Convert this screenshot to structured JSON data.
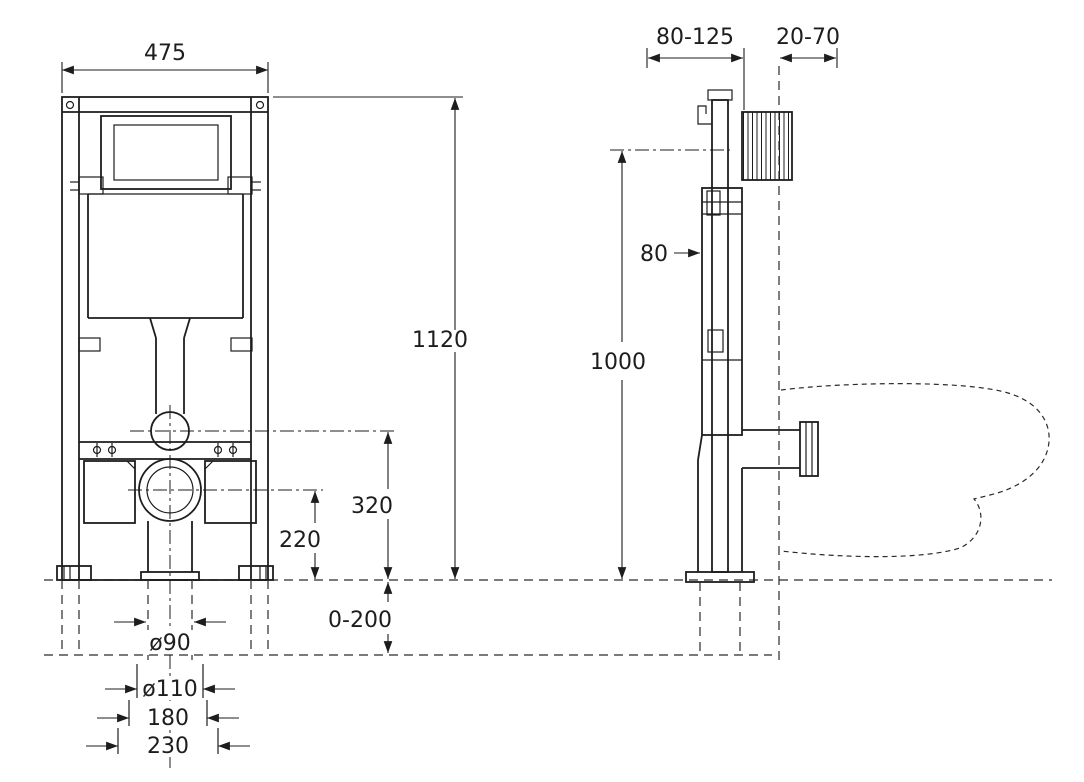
{
  "diagram": {
    "type": "technical-installation-drawing"
  },
  "colors": {
    "line": "#1d1d1d",
    "background": "#ffffff"
  },
  "front_view": {
    "dims": {
      "width": "475",
      "height": "1120",
      "bend_center": "320",
      "outlet_center": "220",
      "floor_range": "0-200",
      "outlet_d90": "ø90",
      "outlet_d110": "ø110",
      "span_180": "180",
      "span_230": "230"
    }
  },
  "side_view": {
    "dims": {
      "front_offset": "80-125",
      "wall_offset": "20-70",
      "depth": "80",
      "height": "1000"
    }
  }
}
